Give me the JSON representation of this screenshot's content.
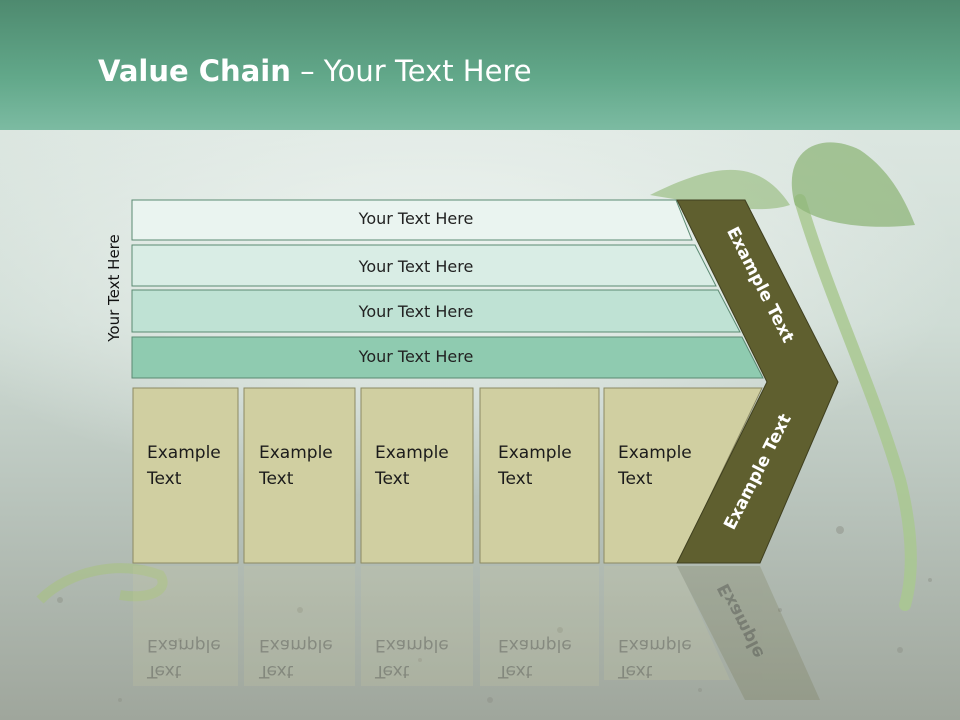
{
  "slide": {
    "title_bold": "Value Chain",
    "title_rest": " – Your Text Here",
    "side_label": "Your Text Here"
  },
  "rows": [
    {
      "label": "Your Text Here"
    },
    {
      "label": "Your Text Here"
    },
    {
      "label": "Your Text Here"
    },
    {
      "label": "Your Text Here"
    }
  ],
  "boxes": [
    {
      "line1": "Example",
      "line2": "Text"
    },
    {
      "line1": "Example",
      "line2": "Text"
    },
    {
      "line1": "Example",
      "line2": "Text"
    },
    {
      "line1": "Example",
      "line2": "Text"
    },
    {
      "line1": "Example",
      "line2": "Text"
    }
  ],
  "arrow": {
    "upper": "Example Text",
    "lower": "Example Text",
    "reflection": "Example"
  },
  "colors": {
    "header": "#5fa587",
    "row1": "#eaf4f0",
    "row2": "#d9ede5",
    "row3": "#bfe2d4",
    "row4": "#8fcbb0",
    "box": "#d0cfa1",
    "arrow": "#5f5f2f"
  }
}
